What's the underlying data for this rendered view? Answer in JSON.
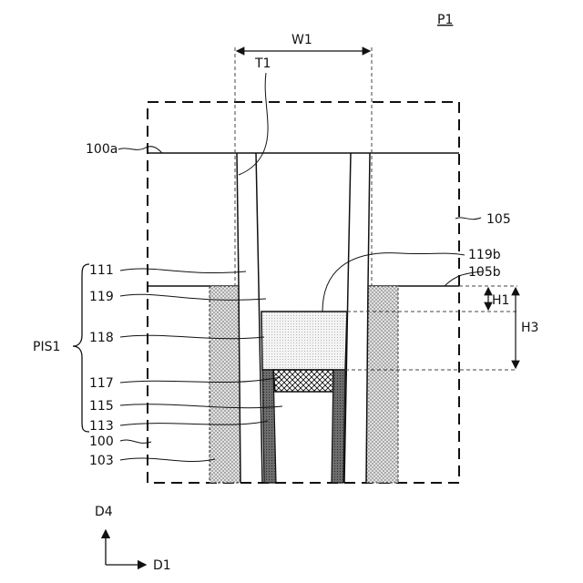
{
  "figure": {
    "panel_label": "P1",
    "width_label": "W1",
    "thickness_label": "T1",
    "group_label": "PIS1",
    "height_labels": {
      "h1": "H1",
      "h3": "H3"
    },
    "axes": {
      "vertical": "D4",
      "horizontal": "D1"
    },
    "reference_labels": {
      "surface_100a": "100a",
      "layer_105": "105",
      "surface_119b": "119b",
      "surface_105b": "105b",
      "part_111": "111",
      "part_119": "119",
      "part_118": "118",
      "part_117": "117",
      "part_115": "115",
      "part_113": "113",
      "part_100": "100",
      "part_103": "103"
    },
    "colors": {
      "line": "#111111",
      "dotted_fill": "#c8c8c8",
      "dark_fill": "#7a7a7a",
      "light_fill": "#f0f0f0"
    }
  }
}
